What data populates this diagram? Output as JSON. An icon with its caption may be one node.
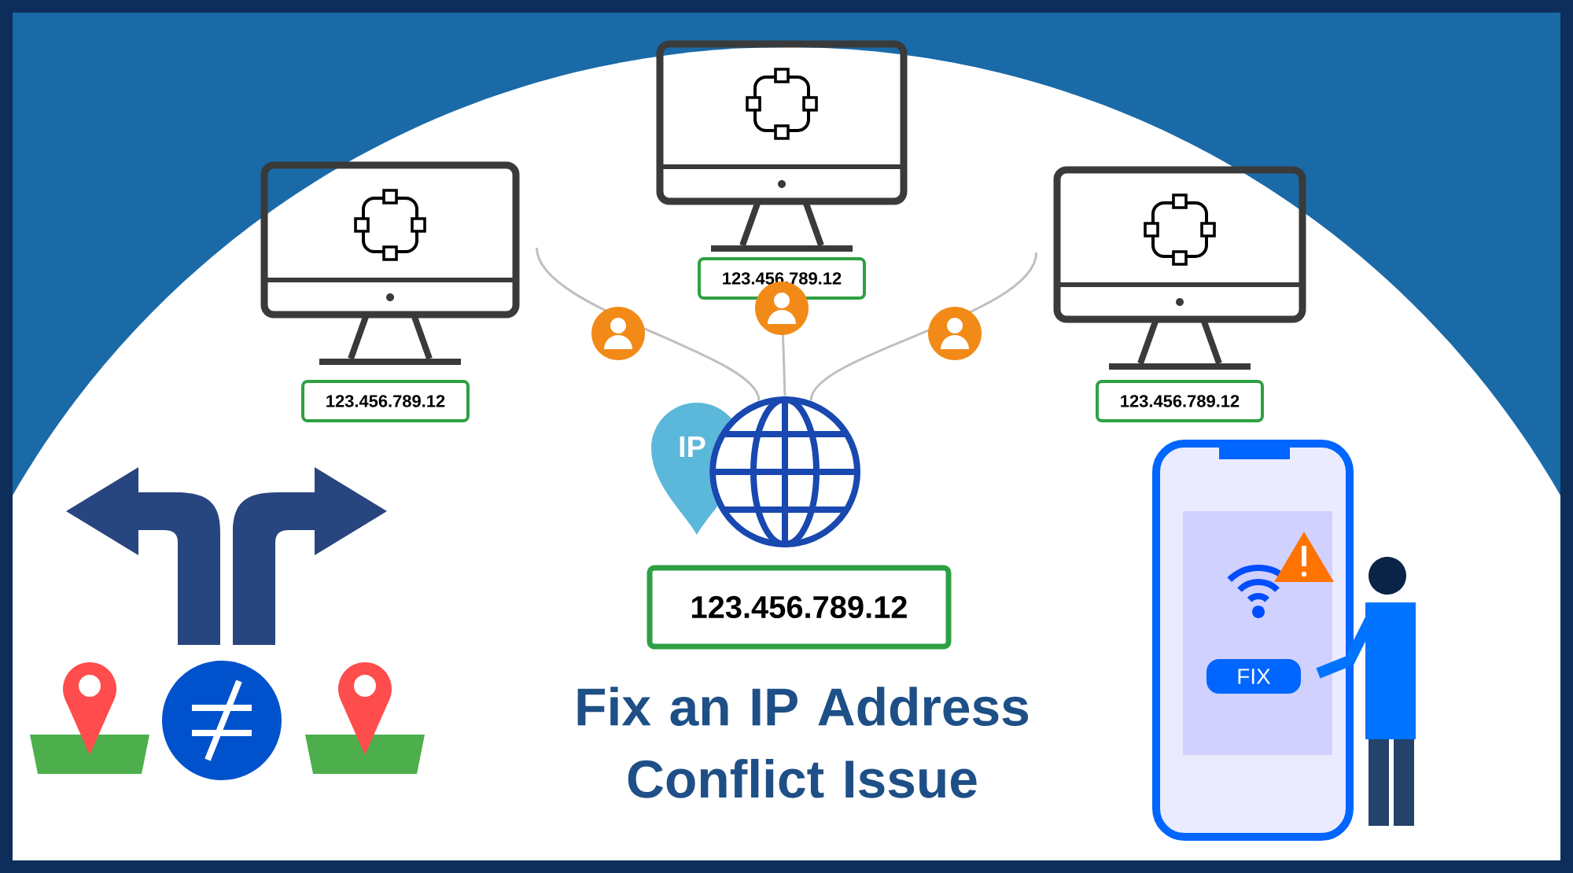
{
  "diagram": {
    "title": "Fix an IP Address Conflict Issue",
    "nodes": [
      {
        "text": [],
        "shape": "picture"
      },
      {
        "text": [],
        "shape": "picture"
      },
      {
        "text": [],
        "shape": "picture"
      },
      {
        "text": [
          "123.456.789.12"
        ]
      },
      {
        "text": [
          "123.456.789.12"
        ]
      },
      {
        "text": [
          "123.456.789.12"
        ]
      },
      {
        "text": [
          "IP"
        ]
      },
      {
        "text": [],
        "shape": "picture"
      },
      {
        "text": [
          "123.456.789.12"
        ]
      }
    ],
    "edges": [
      {
        "from": 0,
        "to": 7,
        "arrow": "none"
      },
      {
        "from": 4,
        "to": 7,
        "arrow": "none"
      },
      {
        "from": 2,
        "to": 7,
        "arrow": "none"
      }
    ],
    "labels": [
      "FIX"
    ]
  }
}
